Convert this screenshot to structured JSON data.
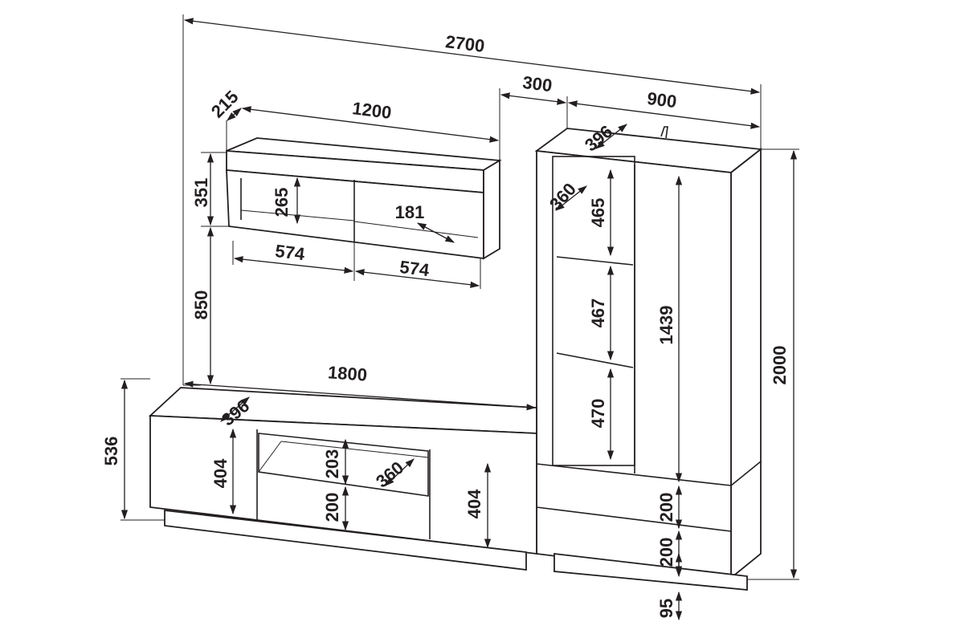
{
  "title": "Furniture wall unit dimension drawing",
  "units": "mm",
  "dimensions": {
    "overall_width": "2700",
    "gap": "300",
    "tall_cabinet_width": "900",
    "wall_shelf_depth": "215",
    "wall_shelf_width": "1200",
    "tall_cabinet_depth": "396",
    "wall_shelf_height": "351",
    "wall_shelf_inner_height": "265",
    "wall_shelf_inner_depth": "181",
    "wall_shelf_section_left": "574",
    "wall_shelf_section_right": "574",
    "tall_shelf_inner_depth": "360",
    "tall_shelf_top": "465",
    "shelf_mount_height": "850",
    "tall_shelf_middle": "467",
    "tall_door_height": "1439",
    "overall_height": "2000",
    "tv_stand_width": "1800",
    "tv_stand_depth": "396",
    "tall_shelf_bottom": "470",
    "tv_stand_height": "536",
    "tv_door_left": "404",
    "tv_niche_height": "203",
    "tv_niche_depth": "360",
    "tv_drawer_height": "200",
    "tv_door_right": "404",
    "tall_drawer_top": "200",
    "tall_drawer_bottom": "200",
    "plinth_height": "95"
  }
}
